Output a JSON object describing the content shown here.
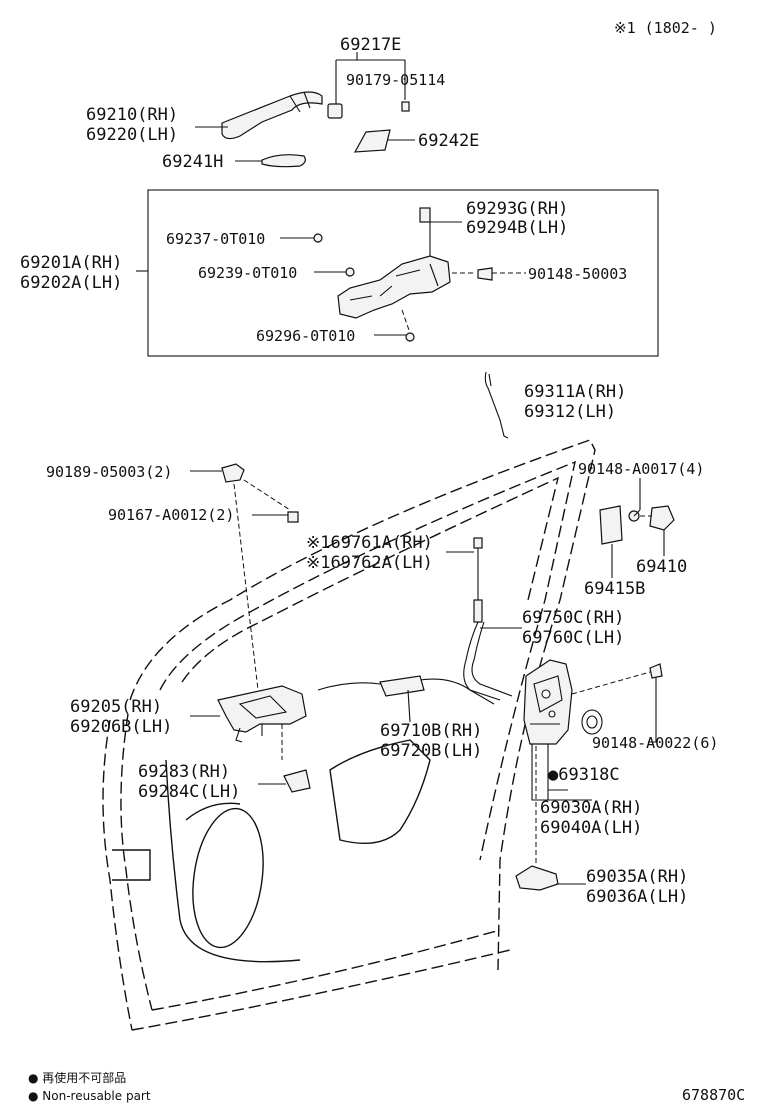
{
  "header_note": "※1 (1802-    )",
  "labels": {
    "p69217E": "69217E",
    "p90179": "90179-05114",
    "p69210": "69210(RH)",
    "p69220": "69220(LH)",
    "p69242E": "69242E",
    "p69241H": "69241H",
    "p69293G": "69293G(RH)",
    "p69294B": "69294B(LH)",
    "p69237": "69237-0T010",
    "p69201A": "69201A(RH)",
    "p69202A": "69202A(LH)",
    "p69239": "69239-0T010",
    "p90148_50003": "90148-50003",
    "p69296": "69296-0T010",
    "p69311A": "69311A(RH)",
    "p69312": "69312(LH)",
    "p90189": "90189-05003(2)",
    "p90148_A0017": "90148-A0017(4)",
    "p90167": "90167-A0012(2)",
    "p69761A": "※169761A(RH)",
    "p69762A": "※169762A(LH)",
    "p69410": "69410",
    "p69415B": "69415B",
    "p69750C": "69750C(RH)",
    "p69760C": "69760C(LH)",
    "p69205": "69205(RH)",
    "p69206B": "69206B(LH)",
    "p69710B": "69710B(RH)",
    "p69720B": "69720B(LH)",
    "p90148_A0022": "90148-A0022(6)",
    "p69283": "69283(RH)",
    "p69284C": "69284C(LH)",
    "p69318C": "●69318C",
    "p69030A": "69030A(RH)",
    "p69040A": "69040A(LH)",
    "p69035A": "69035A(RH)",
    "p69036A": "69036A(LH)"
  },
  "legend": {
    "line1": "● 再使用不可部品",
    "line2": "● Non-reusable part"
  },
  "figure_id": "678870C"
}
